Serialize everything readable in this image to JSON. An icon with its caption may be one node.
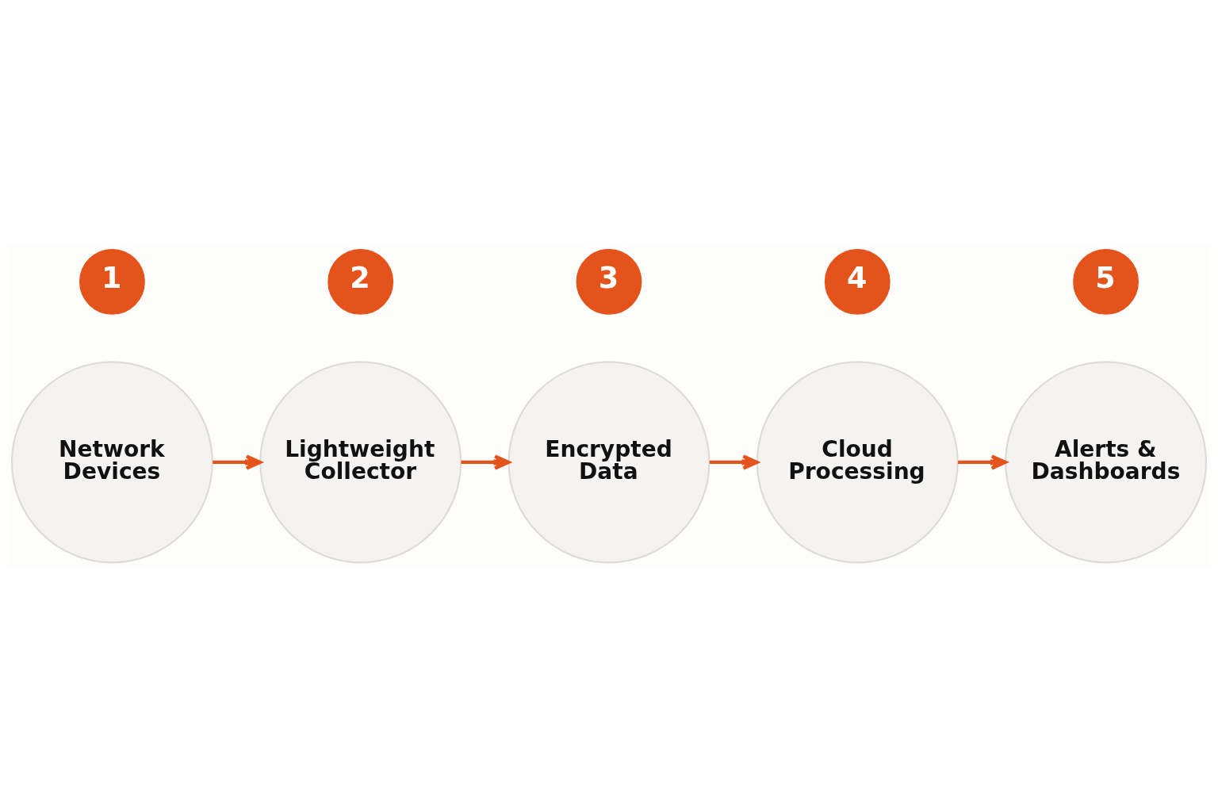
{
  "diagram": {
    "nodes": [
      {
        "text": [
          "1"
        ]
      },
      {
        "text": [
          "2"
        ]
      },
      {
        "text": [
          "3"
        ]
      },
      {
        "text": [
          "4"
        ]
      },
      {
        "text": [
          "5"
        ]
      },
      {
        "text": [
          "Network Devices"
        ]
      },
      {
        "text": [
          "Lightweight Collector"
        ]
      },
      {
        "text": [
          "Encrypted Data"
        ]
      },
      {
        "text": [
          "Cloud Processing"
        ]
      },
      {
        "text": [
          "Alerts & Dashboards"
        ]
      }
    ],
    "edges": [
      {
        "from": 5,
        "to": 6,
        "arrow": "to"
      },
      {
        "from": 6,
        "to": 7,
        "arrow": "to"
      },
      {
        "from": 7,
        "to": 8,
        "arrow": "to"
      },
      {
        "from": 8,
        "to": 9,
        "arrow": "to"
      }
    ]
  }
}
